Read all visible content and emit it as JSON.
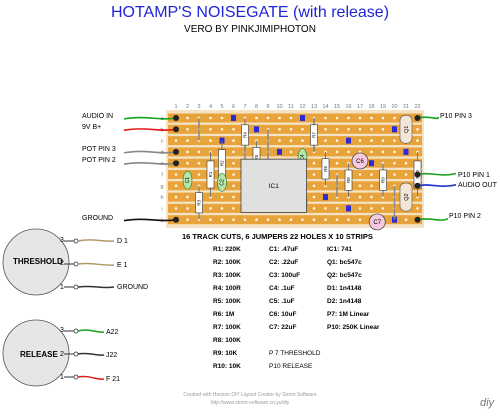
{
  "header": {
    "title": "HOTAMP'S NOISEGATE (with release)",
    "subtitle": "VERO BY PINKJIMIPHOTON"
  },
  "board": {
    "columns": [
      "1",
      "2",
      "3",
      "4",
      "5",
      "6",
      "7",
      "8",
      "9",
      "10",
      "11",
      "12",
      "13",
      "14",
      "15",
      "16",
      "17",
      "18",
      "19",
      "20",
      "21",
      "22"
    ],
    "rows": [
      "a",
      "b",
      "c",
      "d",
      "e",
      "f",
      "g",
      "h",
      "i",
      "j"
    ],
    "strip_color": "#e8a33a",
    "cut_color": "#2b2bd6",
    "summary": "16 TRACK CUTS,  6 JUMPERS 22 HOLES X 10 STRIPS"
  },
  "connections": {
    "left": [
      {
        "label": "AUDIO IN",
        "row": 0,
        "wire_color": "#17a31c"
      },
      {
        "label": "9V B+",
        "row": 1,
        "wire_color": "#e01b1b"
      },
      {
        "label": "POT PIN 3",
        "row": 3,
        "wire_color": "#888888"
      },
      {
        "label": "POT PIN 2",
        "row": 4,
        "wire_color": "#888888"
      },
      {
        "label": "GROUND",
        "row": 9,
        "wire_color": "#111111"
      }
    ],
    "right": [
      {
        "label": "P10 PIN 3",
        "row": 0,
        "wire_color": "#17a31c"
      },
      {
        "label": "P10 PIN 1",
        "row": 5,
        "wire_color": "#17a31c"
      },
      {
        "label": "AUDIO OUT",
        "row": 6,
        "wire_color": "#2233cc"
      },
      {
        "label": "P10 PIN 2",
        "row": 9,
        "wire_color": "#17a31c"
      }
    ]
  },
  "components": {
    "resistors": [
      "R1",
      "R2",
      "R3",
      "R4",
      "R5",
      "R6",
      "R7",
      "R8",
      "R9",
      "R10"
    ],
    "film_caps": [
      "C1",
      "C2",
      "C4",
      "C5"
    ],
    "electrolytic_caps": [
      "C3",
      "C6",
      "C7"
    ],
    "transistors": [
      "Q1",
      "Q2"
    ],
    "ic": "IC1"
  },
  "pots": {
    "threshold": {
      "label": "THRESHOLD",
      "pins": [
        {
          "num": "3",
          "to": "D 1"
        },
        {
          "num": "2",
          "to": "E 1"
        },
        {
          "num": "1",
          "to": "GROUND"
        }
      ]
    },
    "release": {
      "label": "RELEASE",
      "pins": [
        {
          "num": "3",
          "to": "A22"
        },
        {
          "num": "2",
          "to": "J22"
        },
        {
          "num": "1",
          "to": "F 21"
        }
      ]
    }
  },
  "bom": {
    "col1": [
      "R1: 220K",
      "R2: 100K",
      "R3: 100K",
      "R4: 100R",
      "R5: 100K",
      "R6: 1M",
      "R7: 100K",
      "R8: 100K",
      "R9: 10K",
      "R10: 10K"
    ],
    "col2": [
      "C1: .47uF",
      "C2: .22uF",
      "C3: 100uF",
      "C4: .1uF",
      "C5: .1uF",
      "C6: 10uF",
      "C7: 22uF",
      "",
      "P 7 THRESHOLD",
      "P10 RELEASE"
    ],
    "col3": [
      "IC1: 741",
      "Q1: bc547c",
      "Q2: bc547c",
      "D1: 1n4148",
      "D2: 1n4148",
      "P7: 1M Linear",
      "P10: 250K Linear"
    ]
  },
  "footer": {
    "credit": "Created with Horizon DIY Layout Creator by Storm Software",
    "url": "http://www.storm-software.co.yu/diy"
  }
}
